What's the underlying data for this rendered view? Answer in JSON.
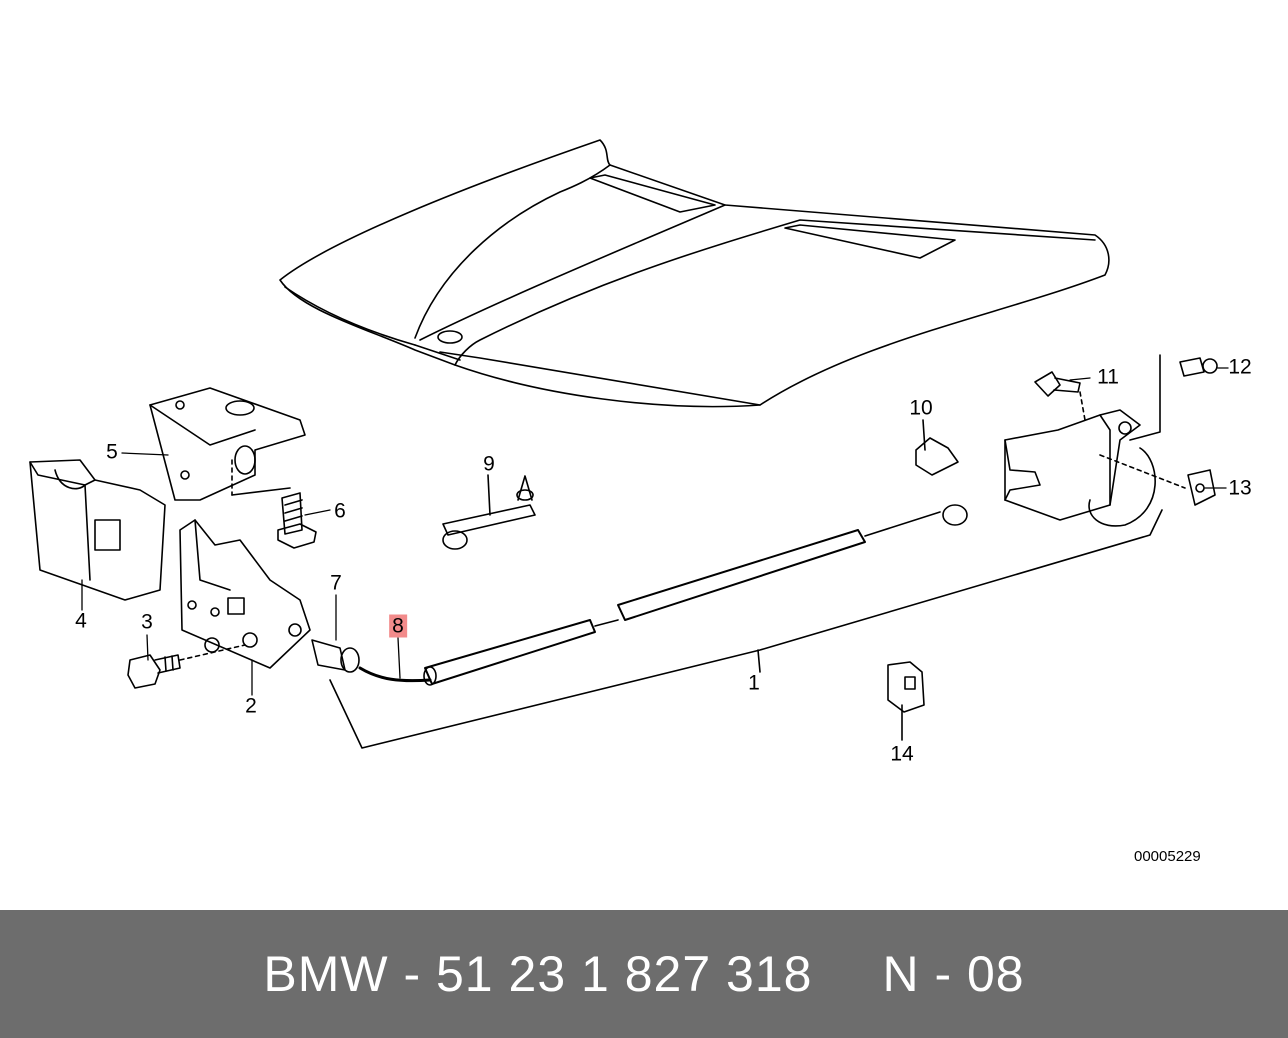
{
  "diagram": {
    "callouts": [
      {
        "id": "label-1",
        "text": "1"
      },
      {
        "id": "label-2",
        "text": "2"
      },
      {
        "id": "label-3",
        "text": "3"
      },
      {
        "id": "label-4",
        "text": "4"
      },
      {
        "id": "label-5",
        "text": "5"
      },
      {
        "id": "label-6",
        "text": "6"
      },
      {
        "id": "label-7",
        "text": "7"
      },
      {
        "id": "label-8",
        "text": "8"
      },
      {
        "id": "label-9",
        "text": "9"
      },
      {
        "id": "label-10",
        "text": "10"
      },
      {
        "id": "label-11",
        "text": "11"
      },
      {
        "id": "label-12",
        "text": "12"
      },
      {
        "id": "label-13",
        "text": "13"
      },
      {
        "id": "label-14",
        "text": "14"
      }
    ],
    "highlighted_callout": "8",
    "highlight_color": "#f28b8b",
    "diagram_number": "00005229"
  },
  "footer": {
    "part_number": "BMW - 51 23 1 827 318",
    "diagram_code": "N - 08",
    "background_color": "#6d6d6d"
  }
}
